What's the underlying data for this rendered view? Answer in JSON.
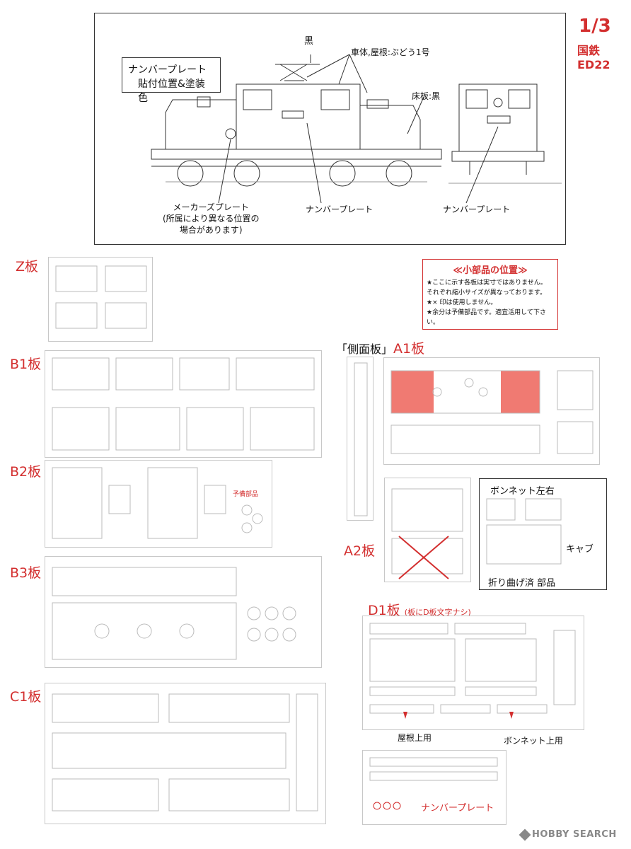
{
  "header": {
    "page": "1/3",
    "model": "国鉄ED22"
  },
  "diagram": {
    "title_line1": "ナンバープレート",
    "title_line2": "貼付位置&塗装色",
    "black_label": "黒",
    "body_color": "車体,屋根:ぶどう1号",
    "floor_color": "床板:黒",
    "maker_plate_l1": "メーカーズプレート",
    "maker_plate_l2": "(所属により異なる位置の",
    "maker_plate_l3": "場合があります)",
    "number_plate_side": "ナンバープレート",
    "number_plate_front": "ナンバープレート"
  },
  "notes": {
    "title": "≪小部品の位置≫",
    "lines": [
      "★ここに示す各板は実寸ではありません。",
      "それぞれ縮小サイズが異なっております。",
      "★× 印は使用しません。",
      "★余分は予備部品です。適宜活用して下さい。"
    ]
  },
  "sheets": {
    "z": "Z板",
    "b1": "B1板",
    "b2": "B2板",
    "b2_spare": "予備部品",
    "b3": "B3板",
    "c1": "C1板",
    "side": "「側面板」",
    "a1": "A1板",
    "a2": "A2板",
    "bonnet_lr": "ボンネット左右",
    "cab": "キャブ",
    "bent_parts": "折り曲げ済 部品",
    "d1": "D1板",
    "d1_note": "(板にD板文字ナシ)",
    "roof_use": "屋根上用",
    "bonnet_use": "ボンネット上用",
    "number_plate": "ナンバープレート"
  },
  "footer": {
    "brand": "HOBBY SEARCH"
  },
  "colors": {
    "accent_red": "#d32f2f",
    "highlight": "#f07a72"
  }
}
